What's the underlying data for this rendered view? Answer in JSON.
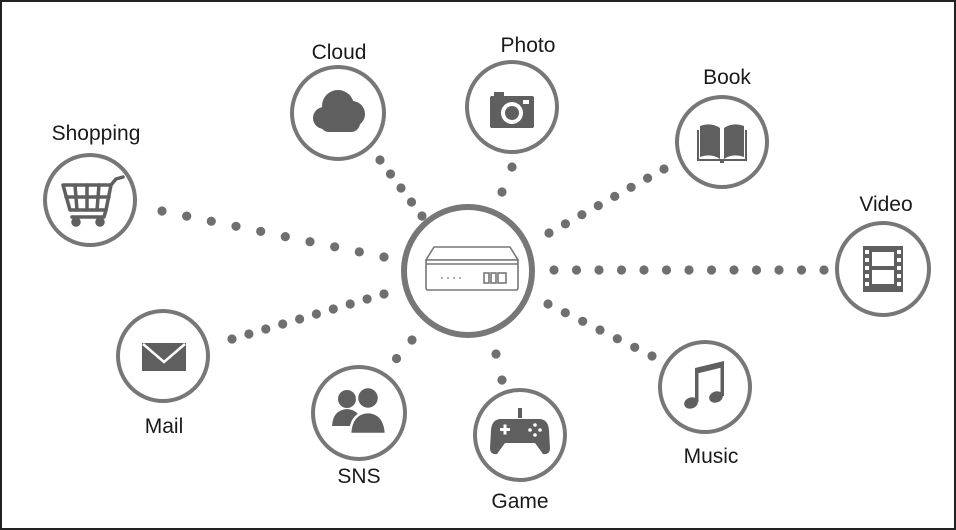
{
  "center": {
    "icon": "network-storage-device-icon"
  },
  "nodes": [
    {
      "id": "shopping",
      "label": "Shopping",
      "icon": "shopping-cart-icon"
    },
    {
      "id": "cloud",
      "label": "Cloud",
      "icon": "cloud-icon"
    },
    {
      "id": "photo",
      "label": "Photo",
      "icon": "camera-icon"
    },
    {
      "id": "book",
      "label": "Book",
      "icon": "book-icon"
    },
    {
      "id": "video",
      "label": "Video",
      "icon": "film-strip-icon"
    },
    {
      "id": "music",
      "label": "Music",
      "icon": "music-note-icon"
    },
    {
      "id": "game",
      "label": "Game",
      "icon": "gamepad-icon"
    },
    {
      "id": "sns",
      "label": "SNS",
      "icon": "people-icon"
    },
    {
      "id": "mail",
      "label": "Mail",
      "icon": "envelope-icon"
    }
  ],
  "colors": {
    "ring": "#777777",
    "icon": "#5f5f5f",
    "dots": "#6f6f6f",
    "text": "#1a1a1a",
    "border": "#222222"
  }
}
